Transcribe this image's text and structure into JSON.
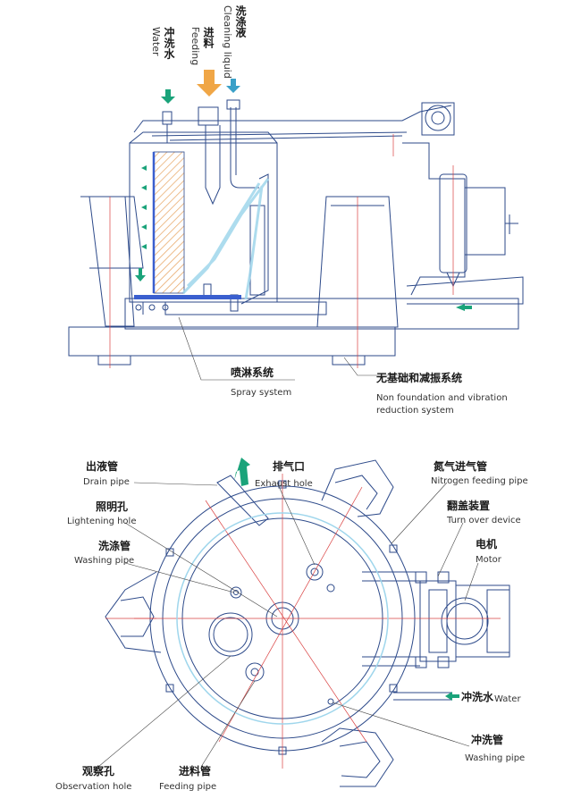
{
  "top": {
    "water_cn": "冲洗水",
    "water_en": "Water",
    "feeding_cn": "进料",
    "feeding_en": "Feeding",
    "cleaning_cn": "洗涤液",
    "cleaning_en": "Cleaning liquid",
    "spray_cn": "喷淋系统",
    "spray_en": "Spray system",
    "nonfound_cn": "无基础和减振系统",
    "nonfound_en_1": "Non foundation and vibration",
    "nonfound_en_2": "reduction system"
  },
  "bottom": {
    "drain_cn": "出液管",
    "drain_en": "Drain pipe",
    "exhaust_cn": "排气口",
    "exhaust_en": "Exhaust hole",
    "light_cn": "照明孔",
    "light_en": "Lightening hole",
    "washing_cn": "洗涤管",
    "washing_en": "Washing pipe",
    "nitrogen_cn": "氮气进气管",
    "nitrogen_en": "Nitrogen feeding pipe",
    "turnover_cn": "翻盖装置",
    "turnover_en": "Turn over device",
    "motor_cn": "电机",
    "motor_en": "Motor",
    "water_cn": "冲洗水",
    "water_en": "Water",
    "flushpipe_cn": "冲洗管",
    "flushpipe_en": "Washing pipe",
    "observe_cn": "观察孔",
    "observe_en": "Observation hole",
    "feedpipe_cn": "进料管",
    "feedpipe_en": "Feeding pipe"
  },
  "colors": {
    "line": "#2d4a8a",
    "red": "#d94040",
    "green": "#1aa37a",
    "orange": "#f0a646",
    "spray": "#9fd6ec"
  }
}
